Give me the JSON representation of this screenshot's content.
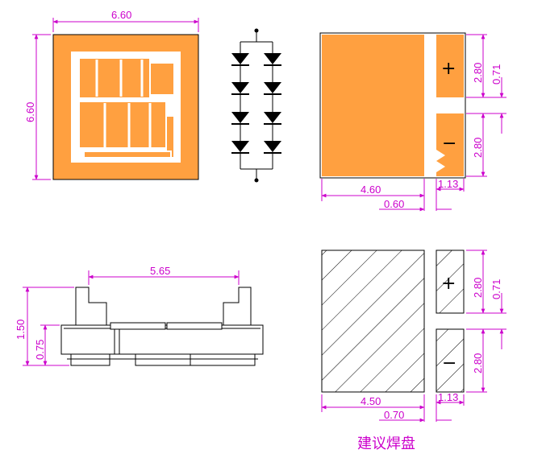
{
  "colors": {
    "pad_fill": "#ffa040",
    "dimension_line": "#cc00cc",
    "outline": "#000000"
  },
  "top_view": {
    "width_label": "6.60",
    "height_label": "6.60"
  },
  "schematic": {
    "diode_rows": 4,
    "diode_columns": 2
  },
  "bottom_view": {
    "width_label": "4.60",
    "offset_label": "0.60",
    "pad_height_top": "2.80",
    "pad_gap_top": "0.71",
    "pad_height_bottom": "2.80",
    "pad_width": "1.13",
    "plus_sign": "+",
    "minus_sign": "−"
  },
  "side_view": {
    "width_label": "5.65",
    "total_height_label": "1.50",
    "body_height_label": "0.75"
  },
  "solder_pads": {
    "width_label": "4.50",
    "offset_label": "0.70",
    "pad_height_top": "2.80",
    "pad_gap_top": "0.71",
    "pad_height_bottom": "2.80",
    "pad_width": "1.13",
    "plus_sign": "+",
    "minus_sign": "−",
    "caption": "建议焊盘"
  }
}
